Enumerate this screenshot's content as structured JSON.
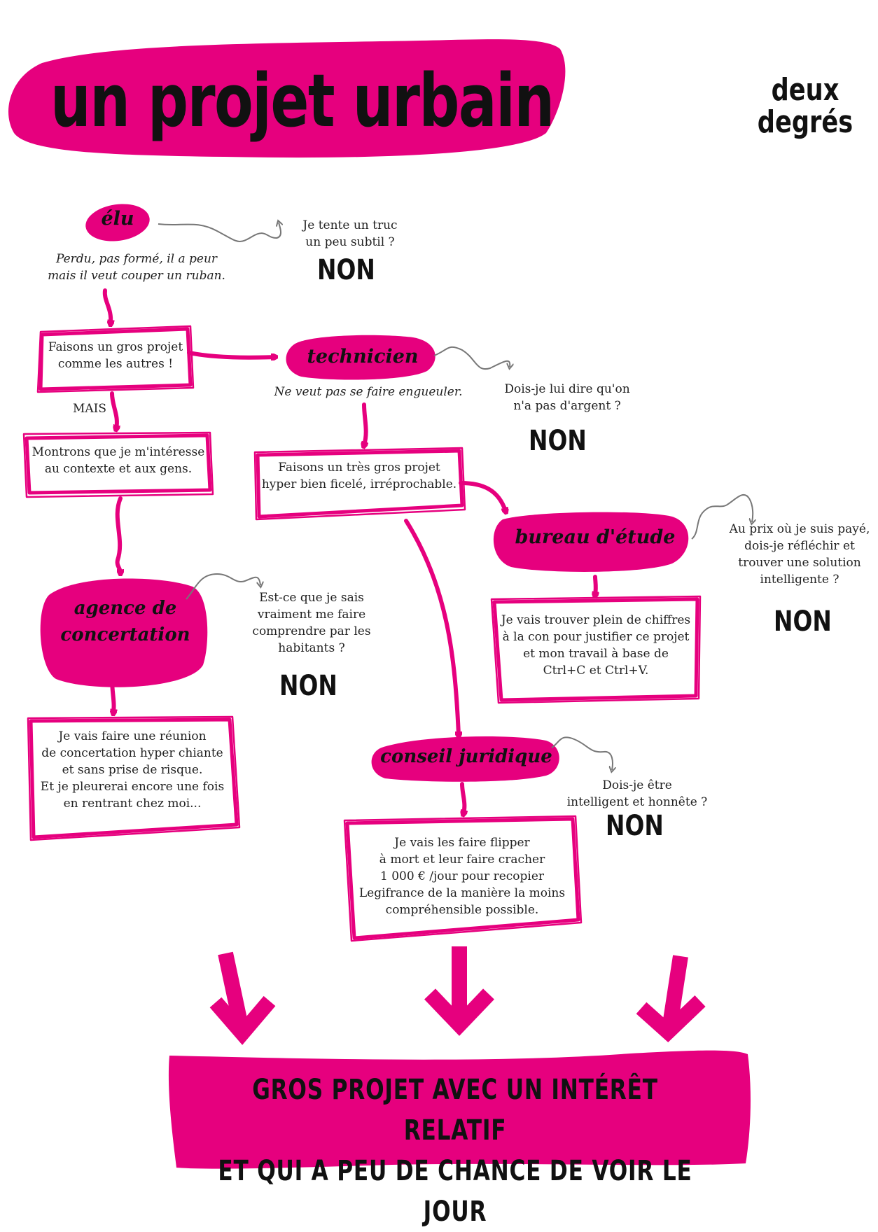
{
  "colors": {
    "accent": "#e6007e",
    "ink": "#111111",
    "connector": "#777777"
  },
  "header": {
    "title": "un projet urbain",
    "brand_line1": "deux",
    "brand_line2": "degrés"
  },
  "actors": {
    "elu": {
      "name": "élu",
      "caption": "Perdu, pas formé, il a peur\nmais il veut couper un ruban."
    },
    "technicien": {
      "name": "technicien",
      "caption": "Ne veut pas se faire engueuler."
    },
    "bureau_etude": {
      "name": "bureau d'étude"
    },
    "agence": {
      "name_line1": "agence de",
      "name_line2": "concertation"
    },
    "conseil": {
      "name": "conseil juridique"
    }
  },
  "boxes": {
    "gros_projet": "Faisons un gros projet\ncomme les autres !",
    "mais": "MAIS",
    "contexte": "Montrons que je m'intéresse\nau contexte et aux gens.",
    "tres_gros": "Faisons un très gros projet\nhyper bien ficelé, irréprochable.",
    "chiffres": "Je vais trouver plein de chiffres\nà la con pour justifier ce projet\net mon travail à base de\nCtrl+C et Ctrl+V.",
    "reunion": "Je vais faire une réunion\nde concertation hyper chiante\net sans prise de risque.\nEt je pleurerai encore une fois\nen rentrant chez moi...",
    "flipper": "Je vais les faire flipper\nà mort et leur faire cracher\n1 000 € /jour pour recopier\nLegifrance de la manière la moins\ncompréhensible possible."
  },
  "questions": {
    "elu": "Je tente un truc\nun peu subtil ?",
    "technicien": "Dois-je lui dire qu'on\nn'a pas d'argent ?",
    "bureau": "Au prix où je suis payé,\ndois-je réfléchir et\ntrouver une solution\nintelligente ?",
    "agence": "Est-ce que je sais\nvraiment me faire\ncomprendre par les\nhabitants ?",
    "conseil": "Dois-je être\nintelligent et honnête ?"
  },
  "answers": {
    "non": "NON"
  },
  "conclusion": {
    "text": "GROS PROJET AVEC UN INTÉRÊT RELATIF\nET QUI A PEU DE CHANCE DE VOIR LE JOUR"
  }
}
